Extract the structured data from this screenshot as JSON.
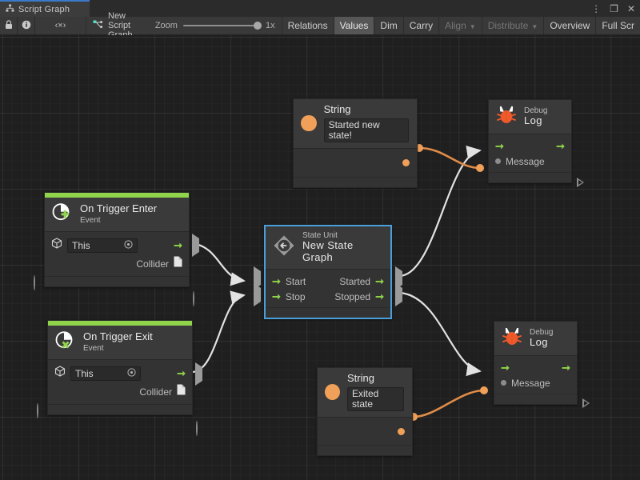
{
  "window": {
    "tab_label": "Script Graph",
    "tab_icon": "graph-hierarchy-icon",
    "buttons": [
      {
        "name": "more-options",
        "glyph": "⋮"
      },
      {
        "name": "maximize",
        "glyph": "❐"
      },
      {
        "name": "close",
        "glyph": "✕"
      }
    ]
  },
  "toolbar": {
    "lock_icon": "lock-icon",
    "info_icon": "info-icon",
    "code_label": "‹×›",
    "graph_name": "New Script Graph",
    "graph_icon": "script-graph-icon",
    "zoom_label": "Zoom",
    "zoom_value": "1x",
    "items": [
      {
        "label": "Relations",
        "state": "normal",
        "dropdown": false
      },
      {
        "label": "Values",
        "state": "active",
        "dropdown": false
      },
      {
        "label": "Dim",
        "state": "normal",
        "dropdown": false
      },
      {
        "label": "Carry",
        "state": "normal",
        "dropdown": false
      },
      {
        "label": "Align",
        "state": "dim",
        "dropdown": true
      },
      {
        "label": "Distribute",
        "state": "dim",
        "dropdown": true
      },
      {
        "label": "Overview",
        "state": "normal",
        "dropdown": false
      },
      {
        "label": "Full Scr",
        "state": "normal",
        "dropdown": false
      }
    ]
  },
  "graph": {
    "accent_green": "#8fd44a",
    "accent_orange": "#f0a058",
    "selection_blue": "#4a9fd8",
    "nodes": [
      {
        "id": "string-top",
        "kind": "value",
        "title": "String",
        "value": "Started new state!",
        "icon": "string-value-icon"
      },
      {
        "id": "debug-log-top",
        "kind": "unit",
        "title_small": "Debug",
        "title_big": "Log",
        "icon": "bug-icon",
        "input_label": "Message"
      },
      {
        "id": "on-trigger-enter",
        "kind": "event",
        "title": "On Trigger Enter",
        "subtitle": "Event",
        "icon": "event-enter-icon",
        "target_value": "This",
        "output_label": "Collider"
      },
      {
        "id": "state-unit",
        "kind": "state",
        "title_small": "State Unit",
        "title_big": "New State Graph",
        "icon": "state-unit-icon",
        "selected": true,
        "inputs": [
          "Start",
          "Stop"
        ],
        "outputs": [
          "Started",
          "Stopped"
        ]
      },
      {
        "id": "on-trigger-exit",
        "kind": "event",
        "title": "On Trigger Exit",
        "subtitle": "Event",
        "icon": "event-exit-icon",
        "target_value": "This",
        "output_label": "Collider"
      },
      {
        "id": "string-bottom",
        "kind": "value",
        "title": "String",
        "value": "Exited state",
        "icon": "string-value-icon"
      },
      {
        "id": "debug-log-bottom",
        "kind": "unit",
        "title_small": "Debug",
        "title_big": "Log",
        "icon": "bug-icon",
        "input_label": "Message"
      }
    ]
  }
}
